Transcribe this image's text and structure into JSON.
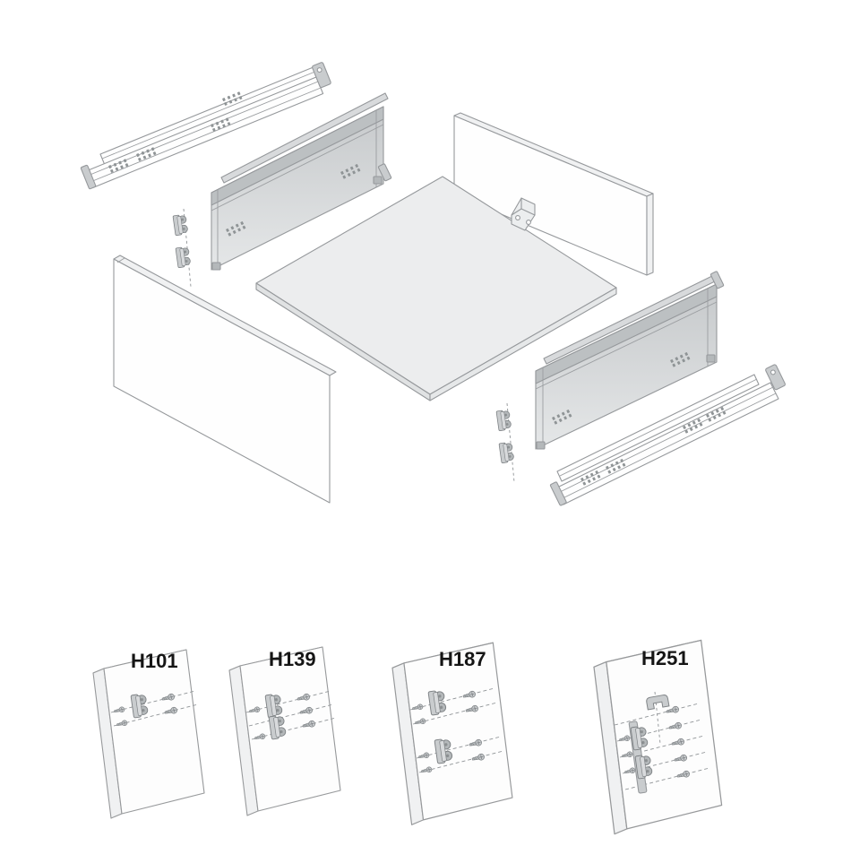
{
  "colors": {
    "background": "#ffffff",
    "outline": "#96999c",
    "drawer_bottom_fill": "#ecedee",
    "drawer_side_fill": "#c9ccce",
    "metal_fill": "#c9cccE",
    "label_text": "#151515"
  },
  "exploded_view": {
    "parts": [
      "left-drawer-slide",
      "left-gallery-rail",
      "left-drawer-side-panel",
      "cabinet-side-panel",
      "drawer-bottom-panel",
      "back-panel",
      "rear-fixing-bracket",
      "front-fixing-couplings-left",
      "right-gallery-rail",
      "right-drawer-side-panel",
      "right-drawer-slide",
      "front-fixing-couplings-right"
    ]
  },
  "details": [
    {
      "label": "H101"
    },
    {
      "label": "H139"
    },
    {
      "label": "H187"
    },
    {
      "label": "H251"
    }
  ]
}
